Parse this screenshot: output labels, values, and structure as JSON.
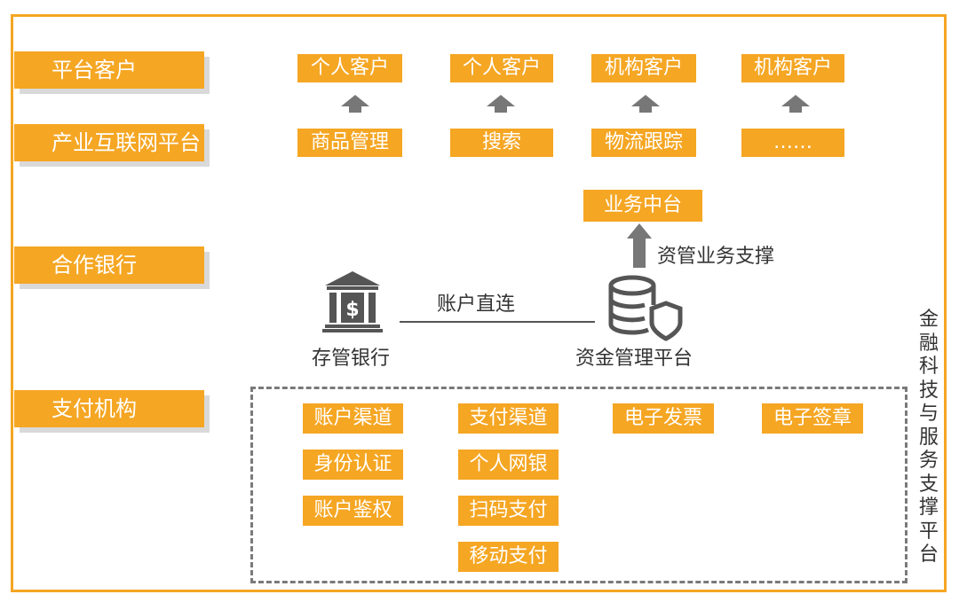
{
  "rows": {
    "platform_customers": "平台客户",
    "industry_internet_platform": "产业互联网平台",
    "partner_banks": "合作银行",
    "payment_institutions": "支付机构"
  },
  "customers": [
    "个人客户",
    "个人客户",
    "机构客户",
    "机构客户"
  ],
  "platform_modules": [
    "商品管理",
    "搜索",
    "物流跟踪",
    "……"
  ],
  "business_middle_platform": "业务中台",
  "asset_support_label": "资管业务支撑",
  "custodian_bank": "存管银行",
  "direct_account_link": "账户直连",
  "fund_management_platform": "资金管理平台",
  "services": {
    "col1": [
      "账户渠道",
      "身份认证",
      "账户鉴权"
    ],
    "col2": [
      "支付渠道",
      "个人网银",
      "扫码支付",
      "移动支付"
    ],
    "col3": [
      "电子发票"
    ],
    "col4": [
      "电子签章"
    ]
  },
  "vertical_title": [
    "金",
    "融",
    "科",
    "技",
    "与",
    "服",
    "务",
    "支",
    "撑",
    "平",
    "台"
  ],
  "colors": {
    "accent": "#f5a623",
    "arrow": "#777777",
    "text": "#333333"
  },
  "icons": {
    "bank": "bank-icon",
    "database_shield": "database-shield-icon"
  }
}
